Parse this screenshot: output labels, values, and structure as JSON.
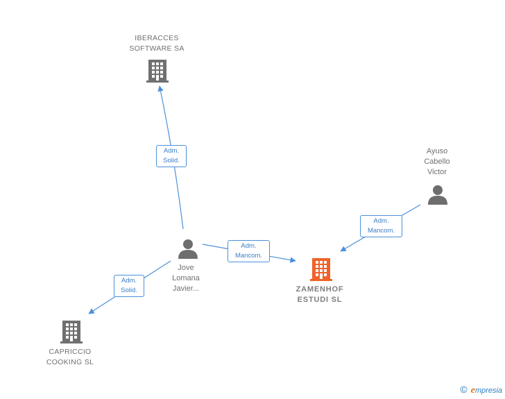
{
  "nodes": {
    "iberacces": {
      "label": "IBERACCES\nSOFTWARE SA",
      "type": "company"
    },
    "capriccio": {
      "label": "CAPRICCIO\nCOOKING SL",
      "type": "company"
    },
    "zamenhof": {
      "label": "ZAMENHOF\nESTUDI  SL",
      "type": "company-focus"
    },
    "jove": {
      "label": "Jove\nLomana\nJavier...",
      "type": "person"
    },
    "ayuso": {
      "label": "Ayuso\nCabello\nVictor",
      "type": "person"
    }
  },
  "relations": {
    "jove_iberacces": "Adm.\nSolid.",
    "jove_capriccio": "Adm.\nSolid.",
    "jove_zamenhof": "Adm.\nMancom.",
    "ayuso_zamenhof": "Adm.\nMancom."
  },
  "footer": {
    "copyright_symbol": "©",
    "brand_initial": "e",
    "brand_rest": "mpresia"
  },
  "colors": {
    "edge": "#4a90d9",
    "company_icon": "#707070",
    "focus_icon": "#f0622a",
    "person_icon": "#6e6e6e"
  }
}
